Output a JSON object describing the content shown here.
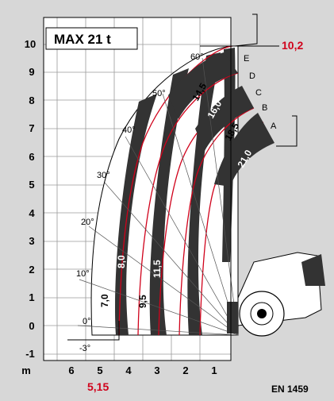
{
  "title": "MAX 21 t",
  "y_axis": {
    "ticks": [
      "10",
      "9",
      "8",
      "7",
      "6",
      "5",
      "4",
      "3",
      "2",
      "1",
      "0",
      "-1"
    ]
  },
  "x_axis": {
    "label": "m",
    "ticks": [
      "6",
      "5",
      "4",
      "3",
      "2",
      "1"
    ]
  },
  "angles": [
    "60°",
    "50°",
    "40°",
    "30°",
    "20°",
    "10°",
    "0°",
    "-3°"
  ],
  "extension_labels": [
    "E",
    "D",
    "C",
    "B",
    "A"
  ],
  "max_height_label": "10,2",
  "max_reach_label": "5,15",
  "load_labels": [
    "14,5",
    "16,0",
    "18,5",
    "21,0",
    "8,0",
    "11,5",
    "7,0",
    "9,5"
  ],
  "standard": "EN 1459",
  "colors": {
    "accent": "#d0021b",
    "band": "#333333",
    "paper": "#ffffff",
    "background": "#d7d7d7"
  }
}
